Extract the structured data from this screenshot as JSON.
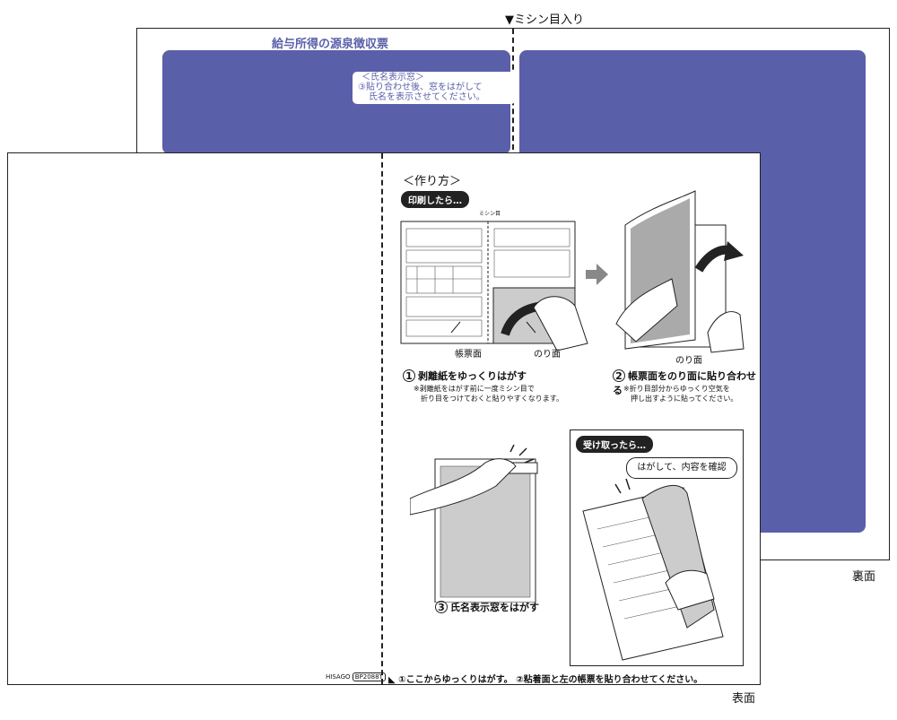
{
  "perforation_label": "▼ミシン目入り",
  "back": {
    "title": "給与所得の源泉徴収票",
    "window_label_1": "＜氏名表示窓＞",
    "window_label_2": "③貼り合わせ後、窓をはがして",
    "window_label_3": "氏名を表示させてください。",
    "side_label": "裏面"
  },
  "front": {
    "side_label": "表面",
    "howto_title": "＜作り方＞",
    "after_print_pill": "印刷したら…",
    "fig1": {
      "perforation_small": "ミシン目",
      "label_form": "帳票面",
      "label_glue": "のり面"
    },
    "fig2": {
      "label_glue": "のり面"
    },
    "step1": {
      "num": "1",
      "title": "剥離紙をゆっくりはがす",
      "note1": "※剥離紙をはがす前に一度ミシン目で",
      "note2": "折り目をつけておくと貼りやすくなります。"
    },
    "step2": {
      "num": "2",
      "title": "帳票面をのり面に貼り合わせる",
      "note1": "※折り目部分からゆっくり空気を",
      "note2": "押し出すように貼ってください。"
    },
    "step3": {
      "num": "3",
      "title": "氏名表示窓をはがす"
    },
    "received": {
      "pill": "受け取ったら…",
      "bubble": "はがして、内容を確認"
    },
    "bottom_note": "◣ ①ここからゆっくりはがす。 ②粘着面と左の帳票を貼り合わせてください。",
    "brand": "HISAGO",
    "code": "BP2088T"
  }
}
